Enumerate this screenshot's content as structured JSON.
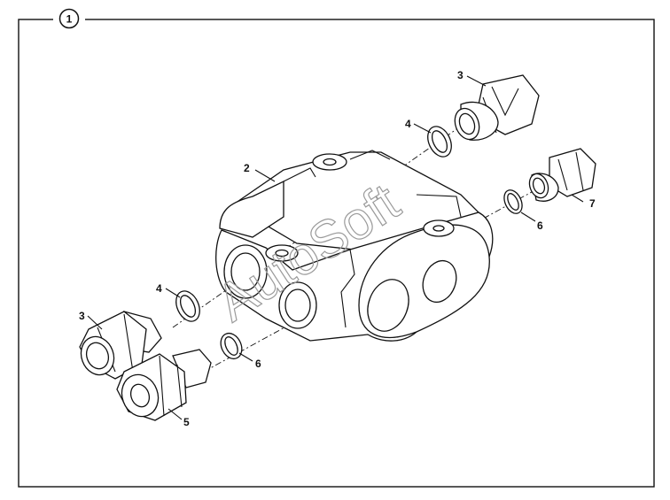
{
  "figure": {
    "number": "1",
    "watermark": "AutoSoft"
  },
  "callouts": [
    {
      "id": "c-2",
      "label": "2"
    },
    {
      "id": "c-3a",
      "label": "3"
    },
    {
      "id": "c-3b",
      "label": "3"
    },
    {
      "id": "c-4a",
      "label": "4"
    },
    {
      "id": "c-4b",
      "label": "4"
    },
    {
      "id": "c-5",
      "label": "5"
    },
    {
      "id": "c-6a",
      "label": "6"
    },
    {
      "id": "c-6b",
      "label": "6"
    },
    {
      "id": "c-7",
      "label": "7"
    }
  ]
}
